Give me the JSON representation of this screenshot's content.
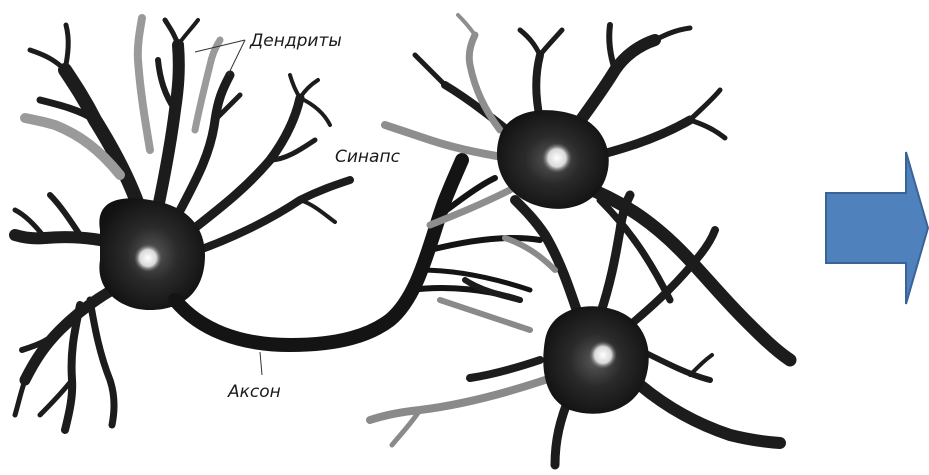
{
  "labels": {
    "dendrites": "Дендриты",
    "synapse": "Синапс",
    "axon": "Аксон"
  },
  "colors": {
    "neuron_dark": "#1c1c1c",
    "neuron_mid": "#555555",
    "dendrite_light": "#a0a0a0",
    "nucleus": "#e6e6e6",
    "arrow_fill": "#4f81bd",
    "arrow_stroke": "#3a6398"
  },
  "icons": {
    "arrow": "right-arrow-icon"
  }
}
